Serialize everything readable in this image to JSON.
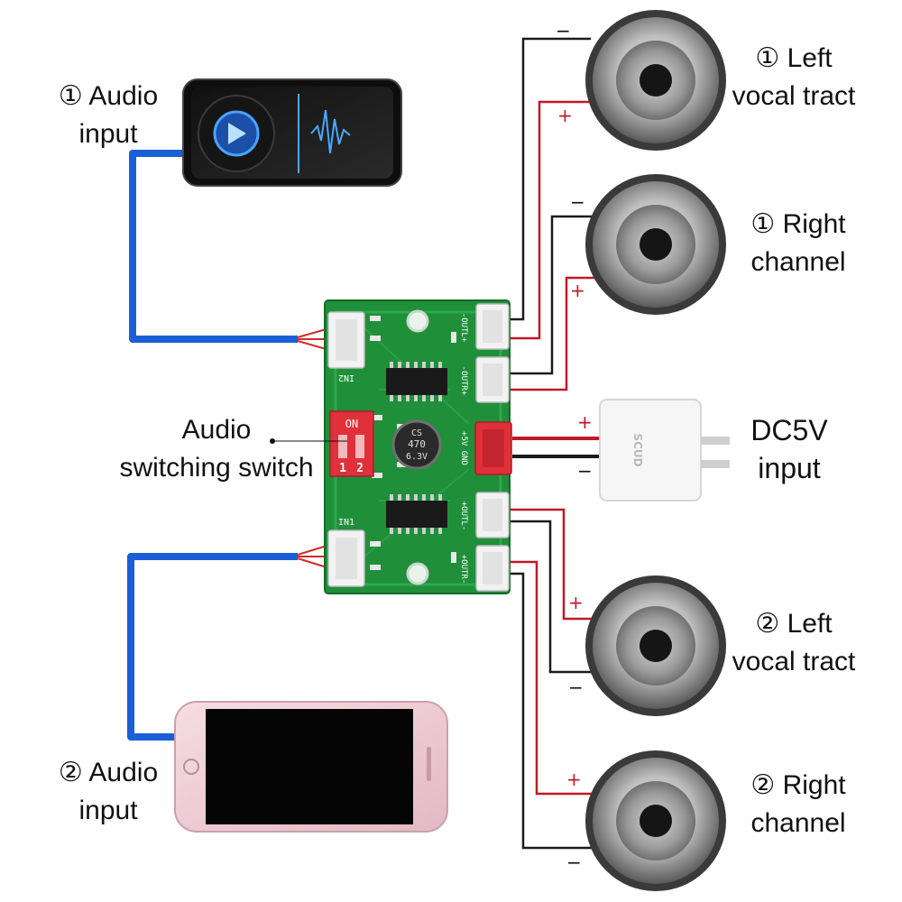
{
  "labels": {
    "audio_input_1": [
      "① Audio",
      "input"
    ],
    "audio_input_2": [
      "② Audio",
      "input"
    ],
    "audio_switch": [
      "Audio",
      "switching switch"
    ],
    "left_1": [
      "① Left",
      "vocal tract"
    ],
    "right_1": [
      "① Right",
      "channel"
    ],
    "left_2": [
      "② Left",
      "vocal tract"
    ],
    "right_2": [
      "② Right",
      "channel"
    ],
    "dc5v": [
      "DC5V",
      "input"
    ]
  },
  "board": {
    "in2": "IN2",
    "in1": "IN1",
    "outl_top": "-OUTL+",
    "outr_top": "-OUTR+",
    "outl_bottom": "+OUTL-",
    "outr_bottom": "+OUTR-",
    "power": "+5V GND",
    "switch_on": "ON",
    "switch_1": "1",
    "switch_2": "2",
    "cap_line1": "CS",
    "cap_line2": "470",
    "cap_line3": "6.3V"
  },
  "charger_brand": "SCUD",
  "signs": {
    "plus": "+",
    "minus": "−"
  },
  "colors": {
    "audio_cable": "#1a5fd6",
    "positive_wire": "#c0182a",
    "negative_wire": "#1a1a1a",
    "pcb": "#1f8f3a",
    "switch": "#e0303a"
  }
}
